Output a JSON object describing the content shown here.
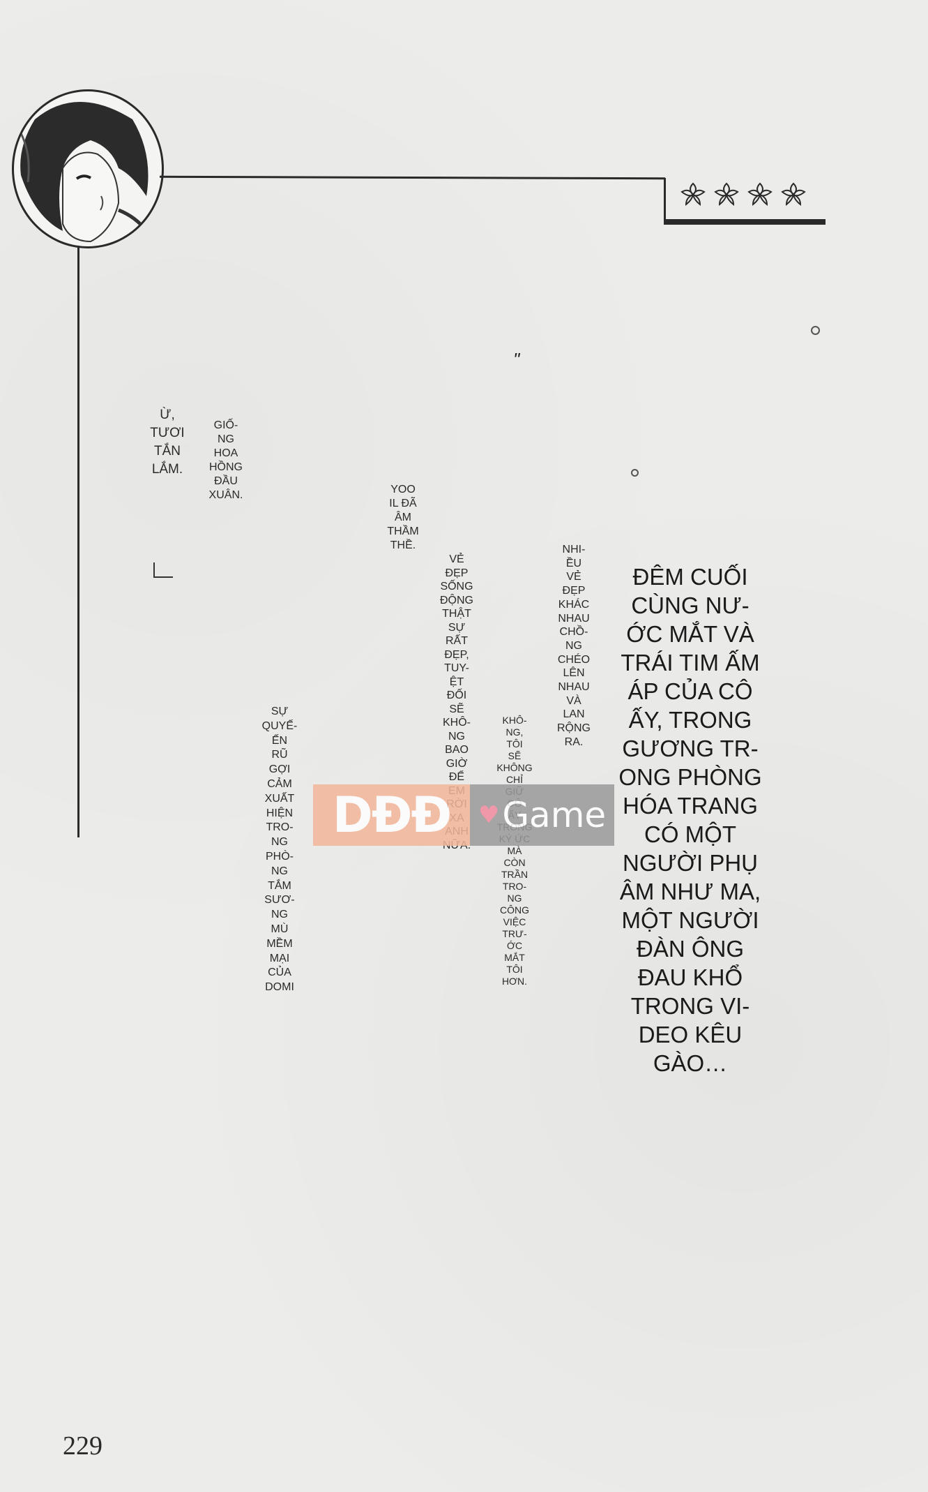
{
  "page_number": "229",
  "texts": {
    "u_tuoi_tan": [
      "Ừ,",
      "TƯƠI",
      "TẮN",
      "LẮM."
    ],
    "gio_ng_hoa": [
      "GIỐ-",
      "NG",
      "HOA",
      "HỒNG",
      "ĐẦU",
      "XUÂN."
    ],
    "yoo_il": [
      "YOO",
      "IL ĐÃ",
      "ÂM",
      "THẦM",
      "THỀ."
    ],
    "ve_dep_song": [
      "VẺ",
      "ĐẸP",
      "SỐNG",
      "ĐỘNG",
      "THẬT",
      "SỰ",
      "RẤT",
      "ĐẸP,",
      "TUY-",
      "ỆT",
      "ĐỐI",
      "SẼ",
      "KHÔ-",
      "NG",
      "BAO",
      "GIỜ",
      "ĐỂ",
      "EM",
      "RỜI",
      "XA",
      "ANH",
      "NỮA."
    ],
    "nhieu_ve_dep": [
      "NHI-",
      "ỀU",
      "VẺ",
      "ĐẸP",
      "KHÁC",
      "NHAU",
      "CHỒ-",
      "NG",
      "CHÉO",
      "LÊN",
      "NHAU",
      "VÀ",
      "LAN",
      "RỘNG",
      "RA."
    ],
    "khong_toi": [
      "KHÔ-",
      "NG,",
      "TÔI",
      "SẼ",
      "KHÔNG",
      "CHỈ",
      "GIỮ",
      "CÔ",
      "ẤY",
      "TRONG",
      "KÝ ỨC",
      "MÀ",
      "CÒN",
      "TRẦN",
      "TRO-",
      "NG",
      "CÔNG",
      "VIỆC",
      "TRƯ-",
      "ỚC",
      "MẮT",
      "TÔI",
      "HƠN."
    ],
    "su_quyen_ru": [
      "SỰ",
      "QUYẾ-",
      "ẾN",
      "RŨ",
      "GỢI",
      "CẢM",
      "XUẤT",
      "HIỆN",
      "TRO-",
      "NG",
      "PHÒ-",
      "NG",
      "TẮM",
      "SƯƠ-",
      "NG",
      "MÙ",
      "MỀM",
      "MẠI",
      "CỦA",
      "DOMI"
    ],
    "dem_cuoi": [
      "ĐÊM CUỐI",
      "CÙNG NƯ-",
      "ỚC MẮT VÀ",
      "TRÁI TIM ẤM",
      "ÁP CỦA CÔ",
      "ẤY, TRONG",
      "GƯƠNG TR-",
      "ONG PHÒNG",
      "HÓA TRANG",
      "CÓ MỘT",
      "NGƯỜI PHỤ",
      "ÂM NHƯ MA,",
      "MỘT NGƯỜI",
      "ĐÀN ÔNG",
      "ĐAU KHỔ",
      "TRONG VI-",
      "DEO KÊU",
      "GÀO…"
    ],
    "quote_mark": "\"",
    "mark_o1": "o",
    "mark_o2": "o"
  },
  "watermark": {
    "left_text": "DĐĐ",
    "right_text": "Game"
  }
}
